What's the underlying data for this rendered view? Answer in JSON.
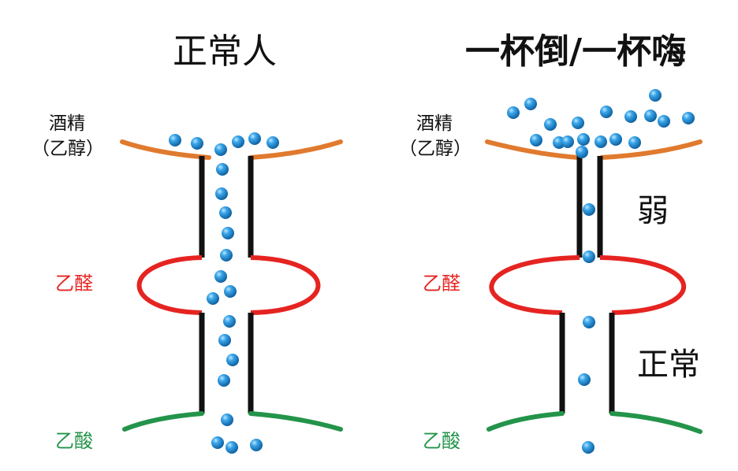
{
  "left_panel": {
    "title": "正常人",
    "alcohol_label_line1": "酒精",
    "alcohol_label_line2": "（乙醇）",
    "acetaldehyde_label": "乙醛",
    "acetic_acid_label": "乙酸"
  },
  "right_panel": {
    "title": "一杯倒/一杯嗨",
    "alcohol_label_line1": "酒精",
    "alcohol_label_line2": "（乙醇）",
    "acetaldehyde_label": "乙醛",
    "acetic_acid_label": "乙酸",
    "upper_channel_label": "弱",
    "lower_channel_label": "正常"
  },
  "colors": {
    "alcohol": "#e07a2e",
    "acetaldehyde": "#e52421",
    "acetic_acid": "#23944a",
    "channel": "#111111",
    "molecule": "#1f8fd6"
  }
}
